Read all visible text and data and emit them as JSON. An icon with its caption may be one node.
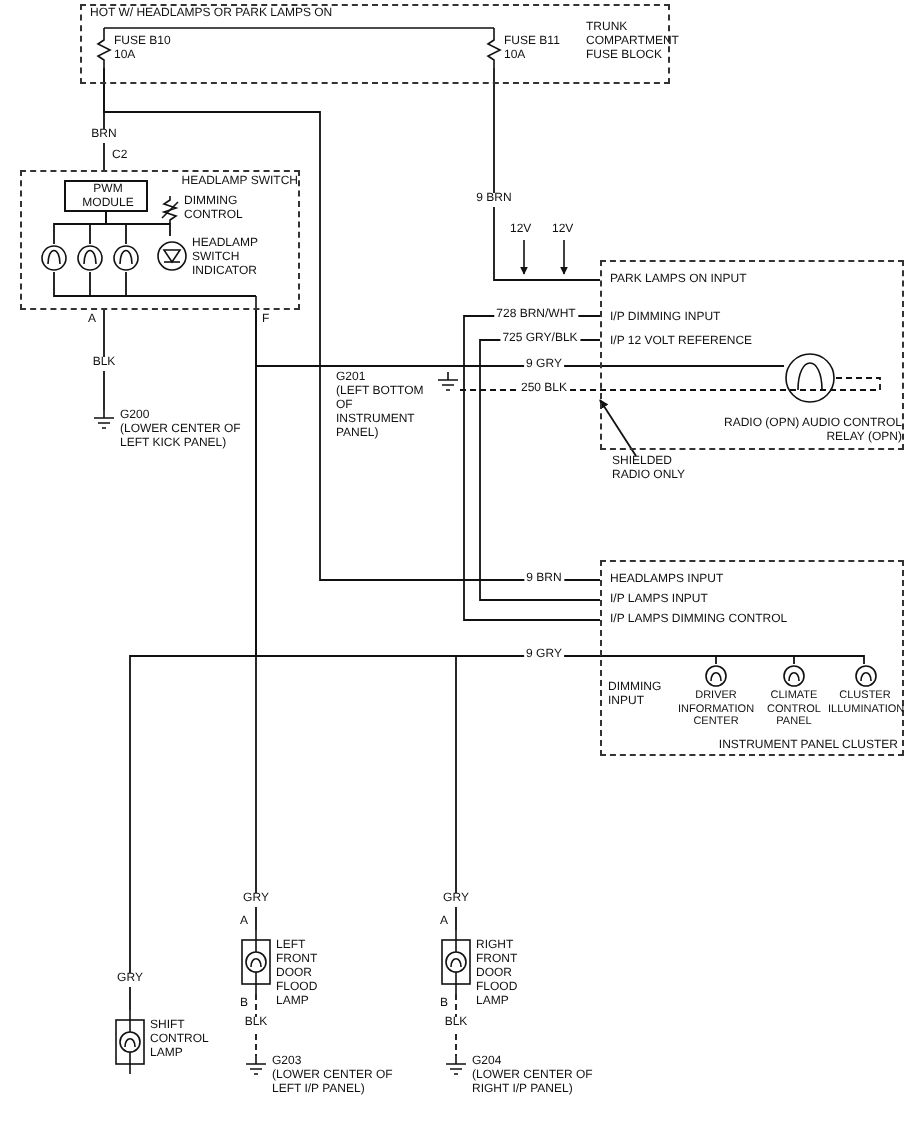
{
  "diagram": {
    "nodes": [
      {
        "text": [
          "HOT W/ HEADLAMPS OR PARK LAMPS ON",
          "TRUNK COMPARTMENT FUSE BLOCK"
        ]
      },
      {
        "text": [
          "FUSE B10 10A"
        ],
        "in": 0
      },
      {
        "text": [
          "FUSE B11 10A"
        ],
        "in": 0
      },
      {
        "text": [
          "HEADLAMP SWITCH"
        ]
      },
      {
        "text": [
          "PWM MODULE"
        ],
        "in": 3
      },
      {
        "text": [
          "DIMMING CONTROL"
        ],
        "in": 3
      },
      {
        "text": [],
        "shape": "circle",
        "in": 3
      },
      {
        "text": [],
        "shape": "circle",
        "in": 3
      },
      {
        "text": [],
        "shape": "circle",
        "in": 3
      },
      {
        "text": [
          "HEADLAMP SWITCH INDICATOR"
        ],
        "in": 3
      },
      {
        "text": [
          "G200",
          "(LOWER CENTER OF LEFT KICK PANEL)"
        ]
      },
      {
        "text": [
          "PARK LAMPS ON INPUT",
          "I/P DIMMING INPUT",
          "I/P 12 VOLT REFERENCE",
          "RADIO (OPN) AUDIO CONTROL RELAY (OPN)"
        ]
      },
      {
        "text": [],
        "shape": "circle",
        "in": 11
      },
      {
        "text": [
          "G201",
          "(LEFT BOTTOM OF INSTRUMENT PANEL)"
        ]
      },
      {
        "text": [
          "SHIELDED RADIO ONLY"
        ]
      },
      {
        "text": [
          "HEADLAMPS INPUT",
          "I/P LAMPS INPUT",
          "I/P LAMPS DIMMING CONTROL",
          "DIMMING INPUT",
          "INSTRUMENT PANEL CLUSTER"
        ]
      },
      {
        "text": [
          "DRIVER INFORMATION CENTER"
        ],
        "in": 15
      },
      {
        "text": [
          "CLIMATE CONTROL PANEL"
        ],
        "in": 15
      },
      {
        "text": [
          "CLUSTER ILLUMINATION"
        ],
        "in": 15
      },
      {
        "text": [
          "LEFT FRONT DOOR FLOOD LAMP"
        ]
      },
      {
        "text": [
          "RIGHT FRONT DOOR FLOOD LAMP"
        ]
      },
      {
        "text": [
          "SHIFT CONTROL LAMP"
        ]
      },
      {
        "text": [
          "G203",
          "(LOWER CENTER OF LEFT I/P PANEL)"
        ]
      },
      {
        "text": [
          "G204",
          "(LOWER CENTER OF RIGHT I/P PANEL)"
        ]
      }
    ],
    "edges": [
      {
        "from": 1,
        "to": 3,
        "arrow": "none",
        "label": "BRN"
      },
      {
        "from": 1,
        "to": 15,
        "arrow": "none",
        "label": "9 BRN"
      },
      {
        "from": 2,
        "to": 11,
        "arrow": "none",
        "label": "9 BRN"
      },
      {
        "from": 3,
        "to": 10,
        "arrow": "none",
        "label": "BLK"
      },
      {
        "from": 3,
        "to": 12,
        "arrow": "none",
        "label": "9 GRY"
      },
      {
        "from": 11,
        "to": 15,
        "arrow": "none",
        "label": "728 BRN/WHT"
      },
      {
        "from": 11,
        "to": 15,
        "arrow": "none",
        "label": "725 GRY/BLK"
      },
      {
        "from": 13,
        "to": 12,
        "arrow": "none",
        "label": "250 BLK",
        "style": "dashed"
      },
      {
        "from": 3,
        "to": 15,
        "arrow": "none",
        "label": "9 GRY"
      },
      {
        "from": 3,
        "to": 19,
        "arrow": "none",
        "label": "GRY"
      },
      {
        "from": 3,
        "to": 20,
        "arrow": "none",
        "label": "GRY"
      },
      {
        "from": 3,
        "to": 21,
        "arrow": "none",
        "label": "GRY"
      },
      {
        "from": 19,
        "to": 22,
        "arrow": "none",
        "label": "BLK",
        "style": "dashed"
      },
      {
        "from": 20,
        "to": 23,
        "arrow": "none",
        "label": "BLK",
        "style": "dashed"
      },
      {
        "from": 14,
        "to": 11,
        "arrow": "to"
      },
      {
        "from": 3,
        "to": 16,
        "arrow": "none"
      },
      {
        "from": 3,
        "to": 17,
        "arrow": "none"
      },
      {
        "from": 3,
        "to": 18,
        "arrow": "none"
      },
      {
        "from": 4,
        "to": 6,
        "arrow": "none"
      },
      {
        "from": 4,
        "to": 7,
        "arrow": "none"
      },
      {
        "from": 4,
        "to": 8,
        "arrow": "none"
      },
      {
        "from": 4,
        "to": 9,
        "arrow": "none"
      },
      {
        "from": 6,
        "to": 9,
        "arrow": "none"
      },
      {
        "from": 7,
        "to": 9,
        "arrow": "none"
      },
      {
        "from": 8,
        "to": 9,
        "arrow": "none"
      }
    ],
    "labels": [
      "C2",
      "A",
      "F",
      "12V",
      "12V",
      "A",
      "B",
      "A",
      "B"
    ]
  }
}
